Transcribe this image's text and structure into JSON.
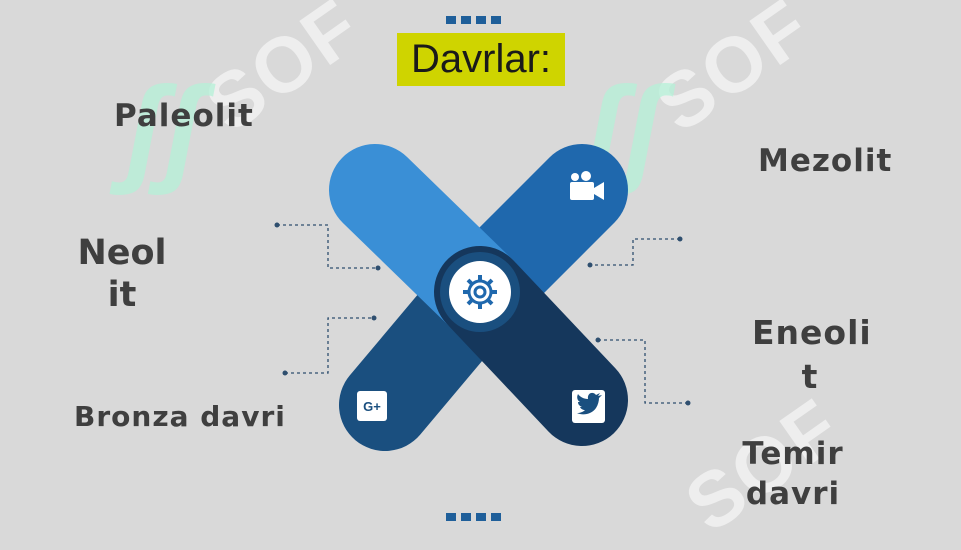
{
  "title": "Davrlar:",
  "labels": {
    "paleolit": "Paleolit",
    "mezolit": "Mezolit",
    "neolit_line1": "Neol",
    "neolit_line2": "it",
    "eneolit_line1": "Eneoli",
    "eneolit_line2": "t",
    "bronza": "Bronza davri",
    "temir_line1": "Temir",
    "temir_line2": "davri"
  },
  "watermark": {
    "text": "SOF"
  },
  "icons": [
    "gear-icon",
    "video-camera-icon",
    "google-plus-icon",
    "twitter-icon"
  ],
  "colors": {
    "background": "#d9d9d9",
    "title_highlight": "#cfd400",
    "light_blue": "#3a8fd6",
    "mid_blue": "#1f68ad",
    "dark_blue": "#1a4f7f",
    "navy": "#15375c",
    "label_text": "#3f3f3f"
  }
}
